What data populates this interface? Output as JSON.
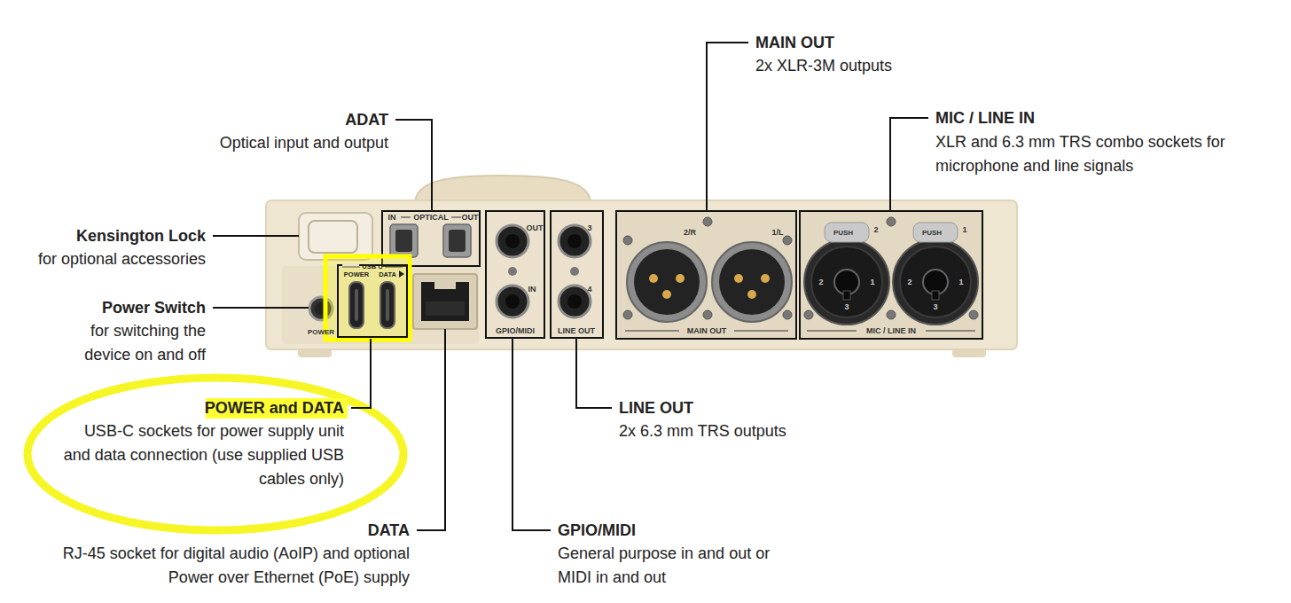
{
  "diagram": {
    "labels": [
      "ADAT",
      "Optical input and output",
      "MAIN OUT",
      "2x XLR-3M outputs",
      "MIC / LINE IN",
      "XLR and 6.3 mm TRS combo sockets for microphone and line signals",
      "Kensington Lock",
      "for optional accessories",
      "Power Switch",
      "for switching the device on and off",
      "POWER and DATA",
      "USB-C sockets for power supply unit and data connection (use supplied USB cables only)",
      "LINE OUT",
      "2x 6.3 mm TRS outputs",
      "DATA",
      "RJ-45 socket for digital audio (AoIP) and optional Power over Ethernet (PoE) supply",
      "GPIO/MIDI",
      "General purpose in and out or MIDI in and out",
      "IN",
      "OPTICAL",
      "OUT",
      "USB C",
      "POWER",
      "DATA",
      "POWER",
      "OUT",
      "IN",
      "GPIO/MIDI",
      "3",
      "4",
      "LINE OUT",
      "2/R",
      "1/L",
      "MAIN OUT",
      "PUSH",
      "2",
      "PUSH",
      "1",
      "2",
      "1",
      "3",
      "2",
      "1",
      "3",
      "MIC / LINE IN"
    ]
  }
}
